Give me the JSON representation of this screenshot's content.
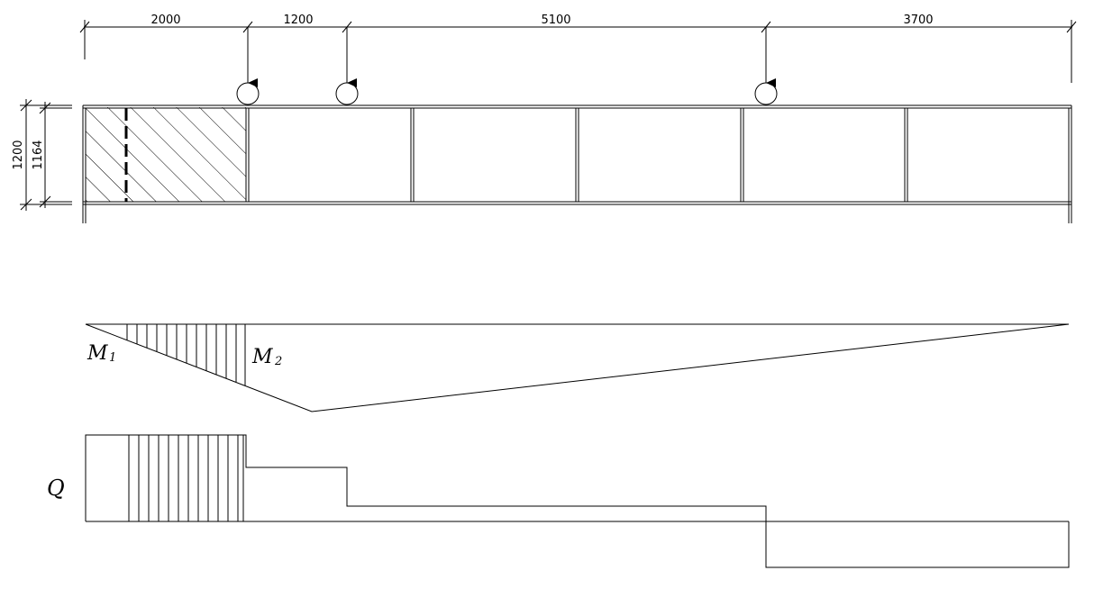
{
  "dimensions": {
    "top": [
      "2000",
      "1200",
      "5100",
      "3700"
    ],
    "left_outer": "1200",
    "left_inner": "1164"
  },
  "labels": {
    "m1_letter": "M",
    "m1_sub": "1",
    "m2_letter": "M",
    "m2_sub": "2",
    "q": "Q"
  },
  "colors": {
    "line": "#000000",
    "background": "#ffffff"
  }
}
